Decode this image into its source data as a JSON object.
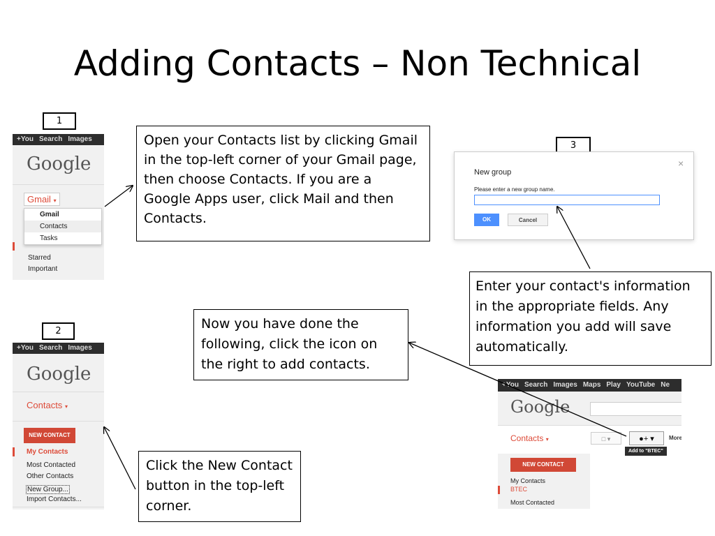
{
  "title": "Adding Contacts – Non Technical",
  "steps": {
    "one": "1",
    "two": "2",
    "three": "3"
  },
  "callouts": {
    "open": "Open your Contacts list by clicking Gmail in the top-left corner of your Gmail page, then choose Contacts. If you are a Google Apps user, click Mail and then Contacts.",
    "enter": "Enter your contact's information in the appropriate fields. Any information you add will save automatically.",
    "now": "Now you have done the following, click the icon on the right to add contacts.",
    "click": "Click the New Contact button in the top-left corner."
  },
  "panel1": {
    "bar": [
      "+You",
      "Search",
      "Images"
    ],
    "logo": "Google",
    "gmail_label": "Gmail",
    "menu": [
      "Gmail",
      "Contacts",
      "Tasks"
    ],
    "side": [
      "Starred",
      "Important"
    ]
  },
  "panel2": {
    "bar": [
      "+You",
      "Search",
      "Images"
    ],
    "logo": "Google",
    "contacts_label": "Contacts",
    "new_contact": "NEW CONTACT",
    "items": [
      "My Contacts",
      "Most Contacted",
      "Other Contacts",
      "New Group...",
      "Import Contacts..."
    ]
  },
  "panel3": {
    "heading": "New group",
    "prompt": "Please enter a new group name.",
    "ok": "OK",
    "cancel": "Cancel",
    "close": "×"
  },
  "panel4": {
    "bar": [
      "+You",
      "Search",
      "Images",
      "Maps",
      "Play",
      "YouTube",
      "Ne"
    ],
    "logo": "Google",
    "contacts_label": "Contacts",
    "more": "More",
    "tooltip": "Add to \"BTEC\"",
    "new_contact": "NEW CONTACT",
    "items": [
      "My Contacts",
      "BTEC",
      "Most Contacted"
    ]
  },
  "colors": {
    "accent_red": "#d14836",
    "gmail_red": "#dd4b39",
    "blue": "#4d90fe",
    "bar": "#2d2d2d"
  }
}
